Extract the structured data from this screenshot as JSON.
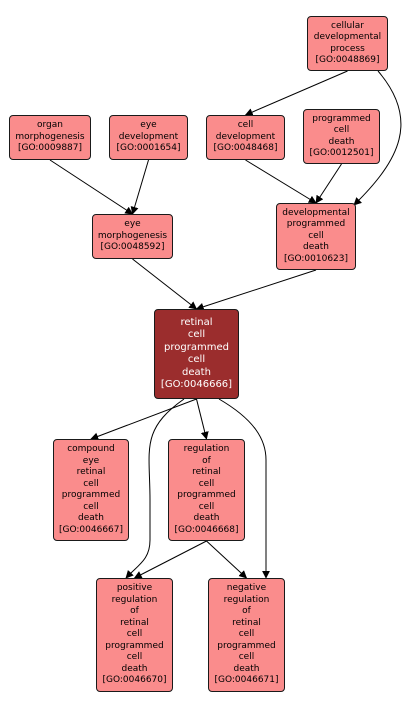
{
  "colors": {
    "node_fill": "#fa8c8c",
    "focus_fill": "#9b2d2d",
    "edge": "#000000"
  },
  "nodes": {
    "cell_dev_process": {
      "lines": [
        "cellular",
        "developmental",
        "process",
        "[GO:0048869]"
      ]
    },
    "organ_morph": {
      "lines": [
        "organ",
        "morphogenesis",
        "[GO:0009887]"
      ]
    },
    "eye_dev": {
      "lines": [
        "eye",
        "development",
        "[GO:0001654]"
      ]
    },
    "cell_dev": {
      "lines": [
        "cell",
        "development",
        "[GO:0048468]"
      ]
    },
    "pcd": {
      "lines": [
        "programmed",
        "cell",
        "death",
        "[GO:0012501]"
      ]
    },
    "eye_morph": {
      "lines": [
        "eye",
        "morphogenesis",
        "[GO:0048592]"
      ]
    },
    "dev_pcd": {
      "lines": [
        "developmental",
        "programmed",
        "cell",
        "death",
        "[GO:0010623]"
      ]
    },
    "retinal_pcd": {
      "lines": [
        "retinal",
        "cell",
        "programmed",
        "cell",
        "death",
        "[GO:0046666]"
      ]
    },
    "compound_eye": {
      "lines": [
        "compound",
        "eye",
        "retinal",
        "cell",
        "programmed",
        "cell",
        "death",
        "[GO:0046667]"
      ]
    },
    "reg_retinal": {
      "lines": [
        "regulation",
        "of",
        "retinal",
        "cell",
        "programmed",
        "cell",
        "death",
        "[GO:0046668]"
      ]
    },
    "pos_reg": {
      "lines": [
        "positive",
        "regulation",
        "of",
        "retinal",
        "cell",
        "programmed",
        "cell",
        "death",
        "[GO:0046670]"
      ]
    },
    "neg_reg": {
      "lines": [
        "negative",
        "regulation",
        "of",
        "retinal",
        "cell",
        "programmed",
        "cell",
        "death",
        "[GO:0046671]"
      ]
    }
  },
  "edges": [
    [
      "cell_dev_process",
      "cell_dev"
    ],
    [
      "cell_dev_process",
      "dev_pcd"
    ],
    [
      "organ_morph",
      "eye_morph"
    ],
    [
      "eye_dev",
      "eye_morph"
    ],
    [
      "cell_dev",
      "dev_pcd"
    ],
    [
      "pcd",
      "dev_pcd"
    ],
    [
      "eye_morph",
      "retinal_pcd"
    ],
    [
      "dev_pcd",
      "retinal_pcd"
    ],
    [
      "retinal_pcd",
      "compound_eye"
    ],
    [
      "retinal_pcd",
      "reg_retinal"
    ],
    [
      "retinal_pcd",
      "pos_reg"
    ],
    [
      "retinal_pcd",
      "neg_reg"
    ],
    [
      "reg_retinal",
      "pos_reg"
    ],
    [
      "reg_retinal",
      "neg_reg"
    ]
  ]
}
